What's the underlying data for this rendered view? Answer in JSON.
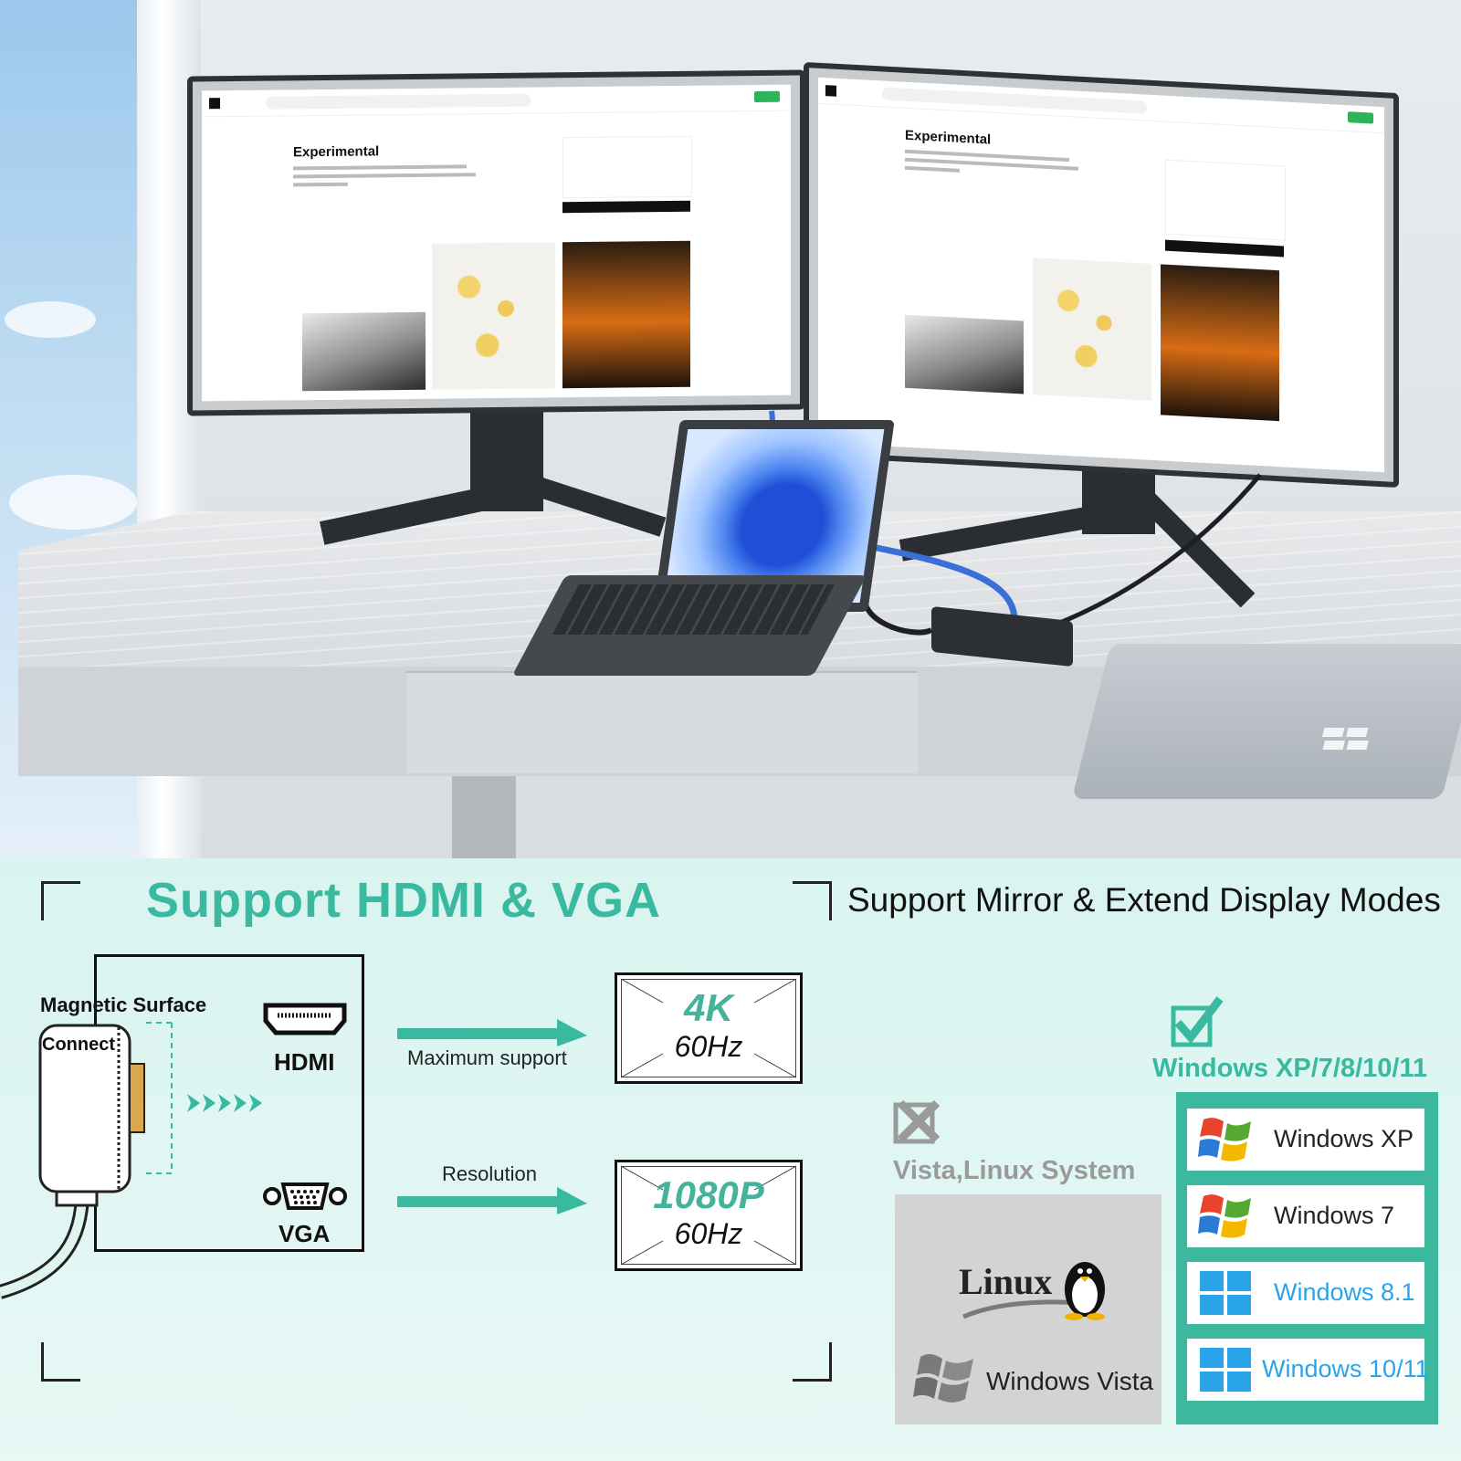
{
  "headline": {
    "title": "Support HDMI & VGA",
    "modes": "Support Mirror & Extend Display Modes"
  },
  "screen_content": {
    "page_title": "Experimental"
  },
  "connector": {
    "magnetic_label": "Magnetic Surface",
    "connect_label": "Connect",
    "hdmi_label": "HDMI",
    "vga_label": "VGA"
  },
  "resolution": {
    "max_label": "Maximum support",
    "res_label": "Resolution",
    "hdmi_res": "4K",
    "hdmi_rate": "60Hz",
    "vga_res": "1080P",
    "vga_rate": "60Hz"
  },
  "compatibility": {
    "supported_title": "Windows XP/7/8/10/11",
    "unsupported_title": "Vista,Linux System",
    "linux_label": "Linux",
    "vista_label": "Windows Vista",
    "supported": [
      {
        "name": "Windows XP",
        "logo": "windows-xp-logo-icon"
      },
      {
        "name": "Windows 7",
        "logo": "windows-7-logo-icon"
      },
      {
        "name": "Windows 8.1",
        "logo": "windows-8-logo-icon"
      },
      {
        "name": "Windows 10/11",
        "logo": "windows-10-logo-icon"
      }
    ]
  },
  "colors": {
    "accent": "#39b99f",
    "blue_windows": "#29a4e8",
    "grey_unsupported": "#999999"
  }
}
